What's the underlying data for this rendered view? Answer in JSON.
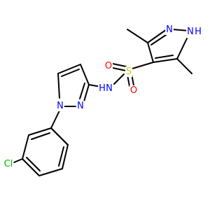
{
  "molecule": {
    "background": "#ffffff",
    "bond_color": "#000000",
    "element_colors": {
      "N": "#0000ff",
      "O": "#ff0000",
      "S": "#cccc00",
      "Cl": "#00bb00",
      "C": "#000000"
    },
    "labels": {
      "pz_ring_n": "N",
      "pz_ring_nh": "N",
      "pz_ring_h": "H",
      "sulfur": "S",
      "oxygen_left": "O",
      "oxygen_bottom": "O",
      "amide_n": "N",
      "amide_h": "H",
      "py_ring_n1": "N",
      "py_ring_n2": "N",
      "chlorine": "Cl"
    }
  }
}
